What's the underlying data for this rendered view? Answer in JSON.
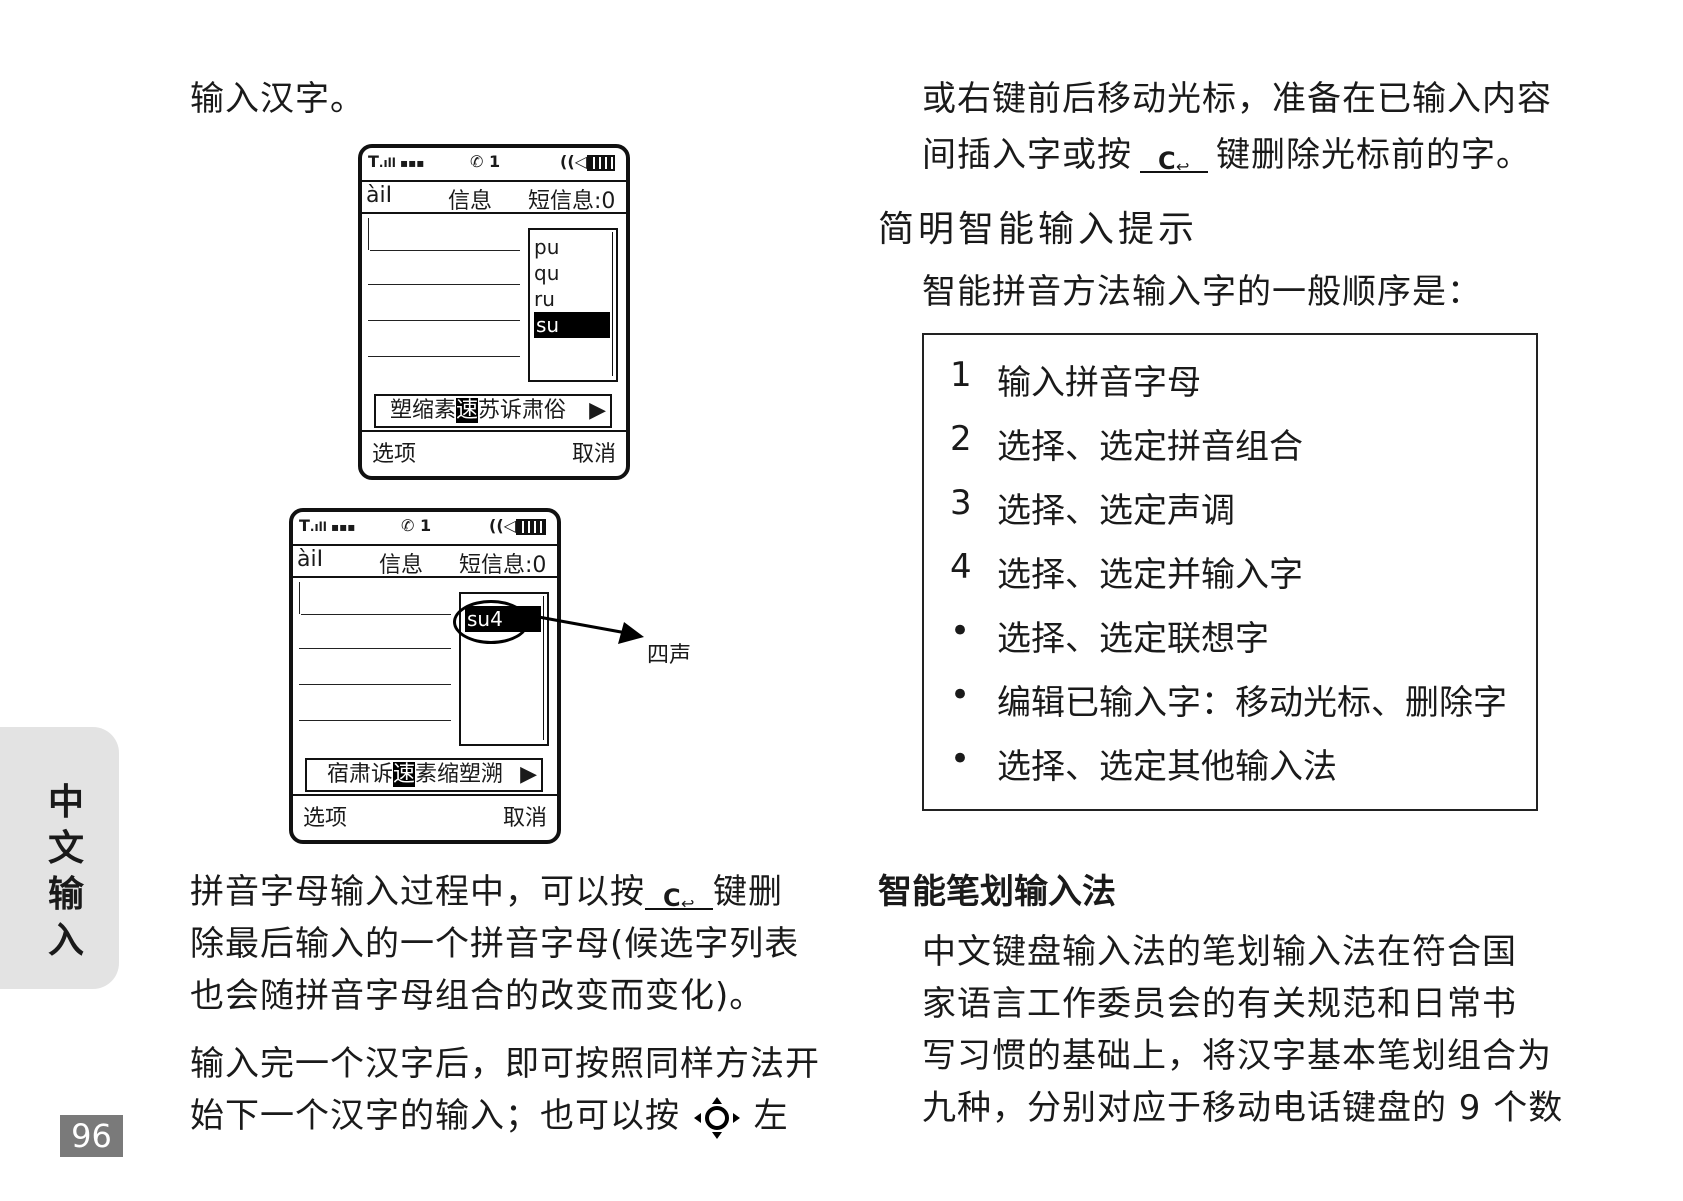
{
  "page_number": "96",
  "side_tab": {
    "chars": [
      "中",
      "文",
      "输",
      "入"
    ]
  },
  "left_col": {
    "top_text": "输入汉字。",
    "para1": [
      "拼音字母输入过程中，可以按",
      "键删",
      "除最后输入的一个拼音字母(候选字列表",
      "也会随拼音字母组合的改变而变化)。"
    ],
    "para2": [
      "输入完一个汉字后，即可按照同样方法开",
      "始下一个汉字的输入；也可以按",
      "左"
    ]
  },
  "phone1": {
    "status_center": "✆ 1",
    "title_left": "àiⅠ",
    "title_center": "信息",
    "title_right": "短信息:0",
    "pinyin_options": [
      "pu",
      "qu",
      "ru",
      "su"
    ],
    "selected_pinyin": "su",
    "candidates": {
      "before": "塑缩素",
      "selected": "速",
      "after": "苏诉肃俗"
    },
    "softkey_left": "选项",
    "softkey_right": "取消"
  },
  "phone2": {
    "status_center": "✆ 1",
    "title_left": "àiⅠ",
    "title_center": "信息",
    "title_right": "短信息:0",
    "pinyin_options": [
      "su4"
    ],
    "selected_pinyin": "su4",
    "candidates": {
      "before": "宿肃诉",
      "selected": "速",
      "after": "素缩塑溯"
    },
    "softkey_left": "选项",
    "softkey_right": "取消",
    "annotation": "四声"
  },
  "right_col": {
    "top_lines": [
      "或右键前后移动光标，准备在已输入内容",
      "间插入字或按",
      "键删除光标前的字。"
    ],
    "heading1": "简明智能输入提示",
    "intro": "智能拼音方法输入字的一般顺序是：",
    "steps": [
      {
        "n": "1",
        "text": "输入拼音字母"
      },
      {
        "n": "2",
        "text": "选择、选定拼音组合"
      },
      {
        "n": "3",
        "text": "选择、选定声调"
      },
      {
        "n": "4",
        "text": "选择、选定并输入字"
      },
      {
        "n": "•",
        "text": "选择、选定联想字"
      },
      {
        "n": "•",
        "text": "编辑已输入字：移动光标、删除字"
      },
      {
        "n": "•",
        "text": "选择、选定其他输入法"
      }
    ],
    "heading2": "智能笔划输入法",
    "para": [
      "中文键盘输入法的笔划输入法在符合国",
      "家语言工作委员会的有关规范和日常书",
      "写习惯的基础上，将汉字基本笔划组合为",
      "九种，分别对应于移动电话键盘的 9 个数"
    ]
  },
  "key_labels": {
    "clear_key": "C",
    "nav_key": "navigation-key"
  }
}
